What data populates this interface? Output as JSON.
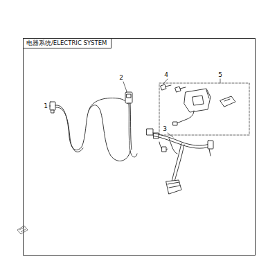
{
  "diagram": {
    "title": "电器系统/ELECTRIC SYSTEM",
    "labels": [
      "1",
      "2",
      "3",
      "4",
      "5"
    ]
  }
}
